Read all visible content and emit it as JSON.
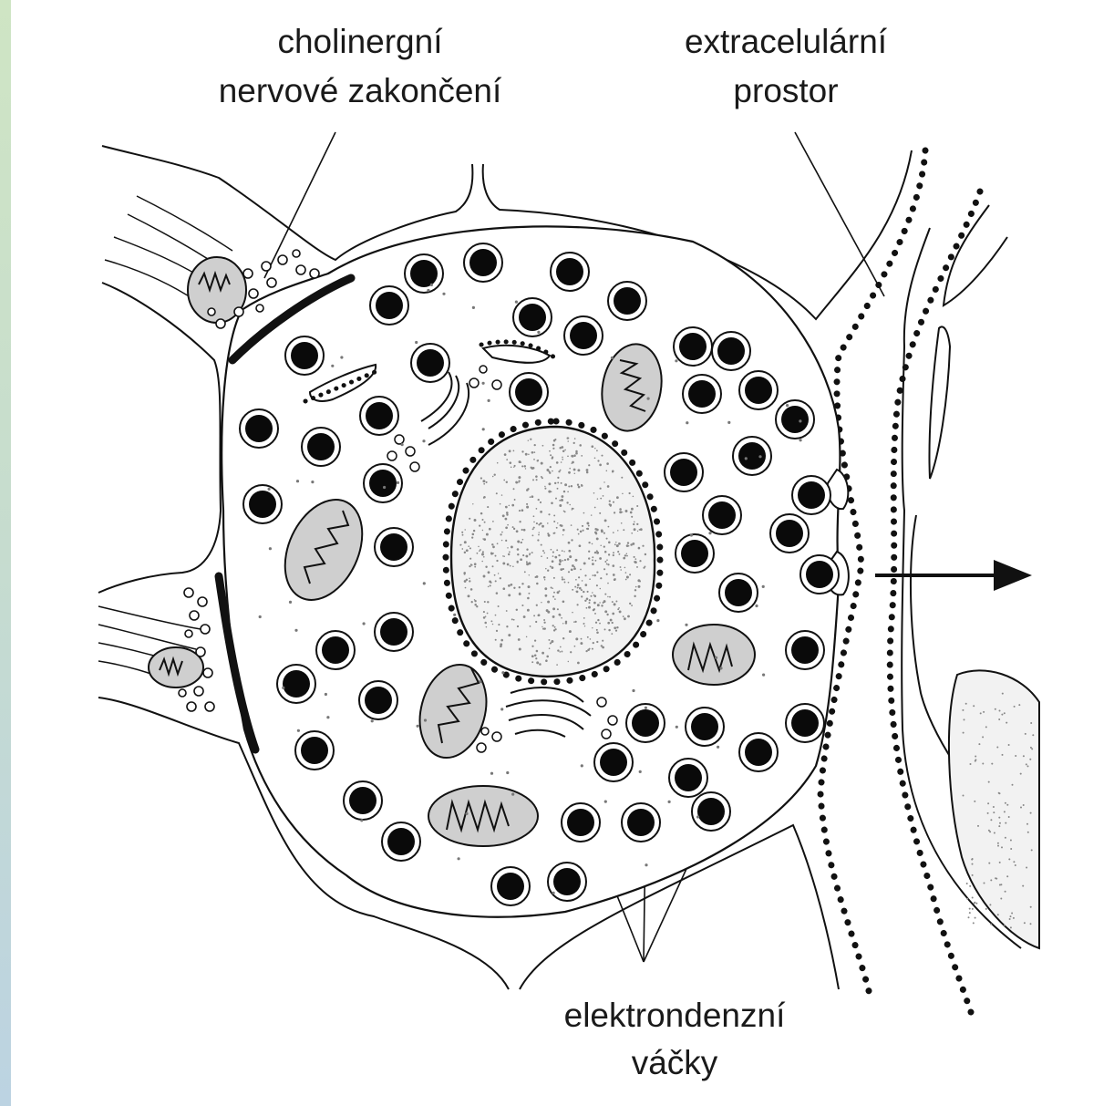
{
  "labels": {
    "nerve_line1": "cholinergní",
    "nerve_line2": "nervové  zakončení",
    "extra_line1": "extracelulární",
    "extra_line2": "prostor",
    "vesicle_line1": "elektrondenzní",
    "vesicle_line2": "váčky"
  },
  "colors": {
    "background_left_strip": "#c6dccf",
    "stroke": "#111111",
    "organelle_fill": "#cfcfcf",
    "nucleus_fill": "#f2f2f2"
  },
  "icons": {
    "export_arrow": "right-arrow-icon"
  }
}
